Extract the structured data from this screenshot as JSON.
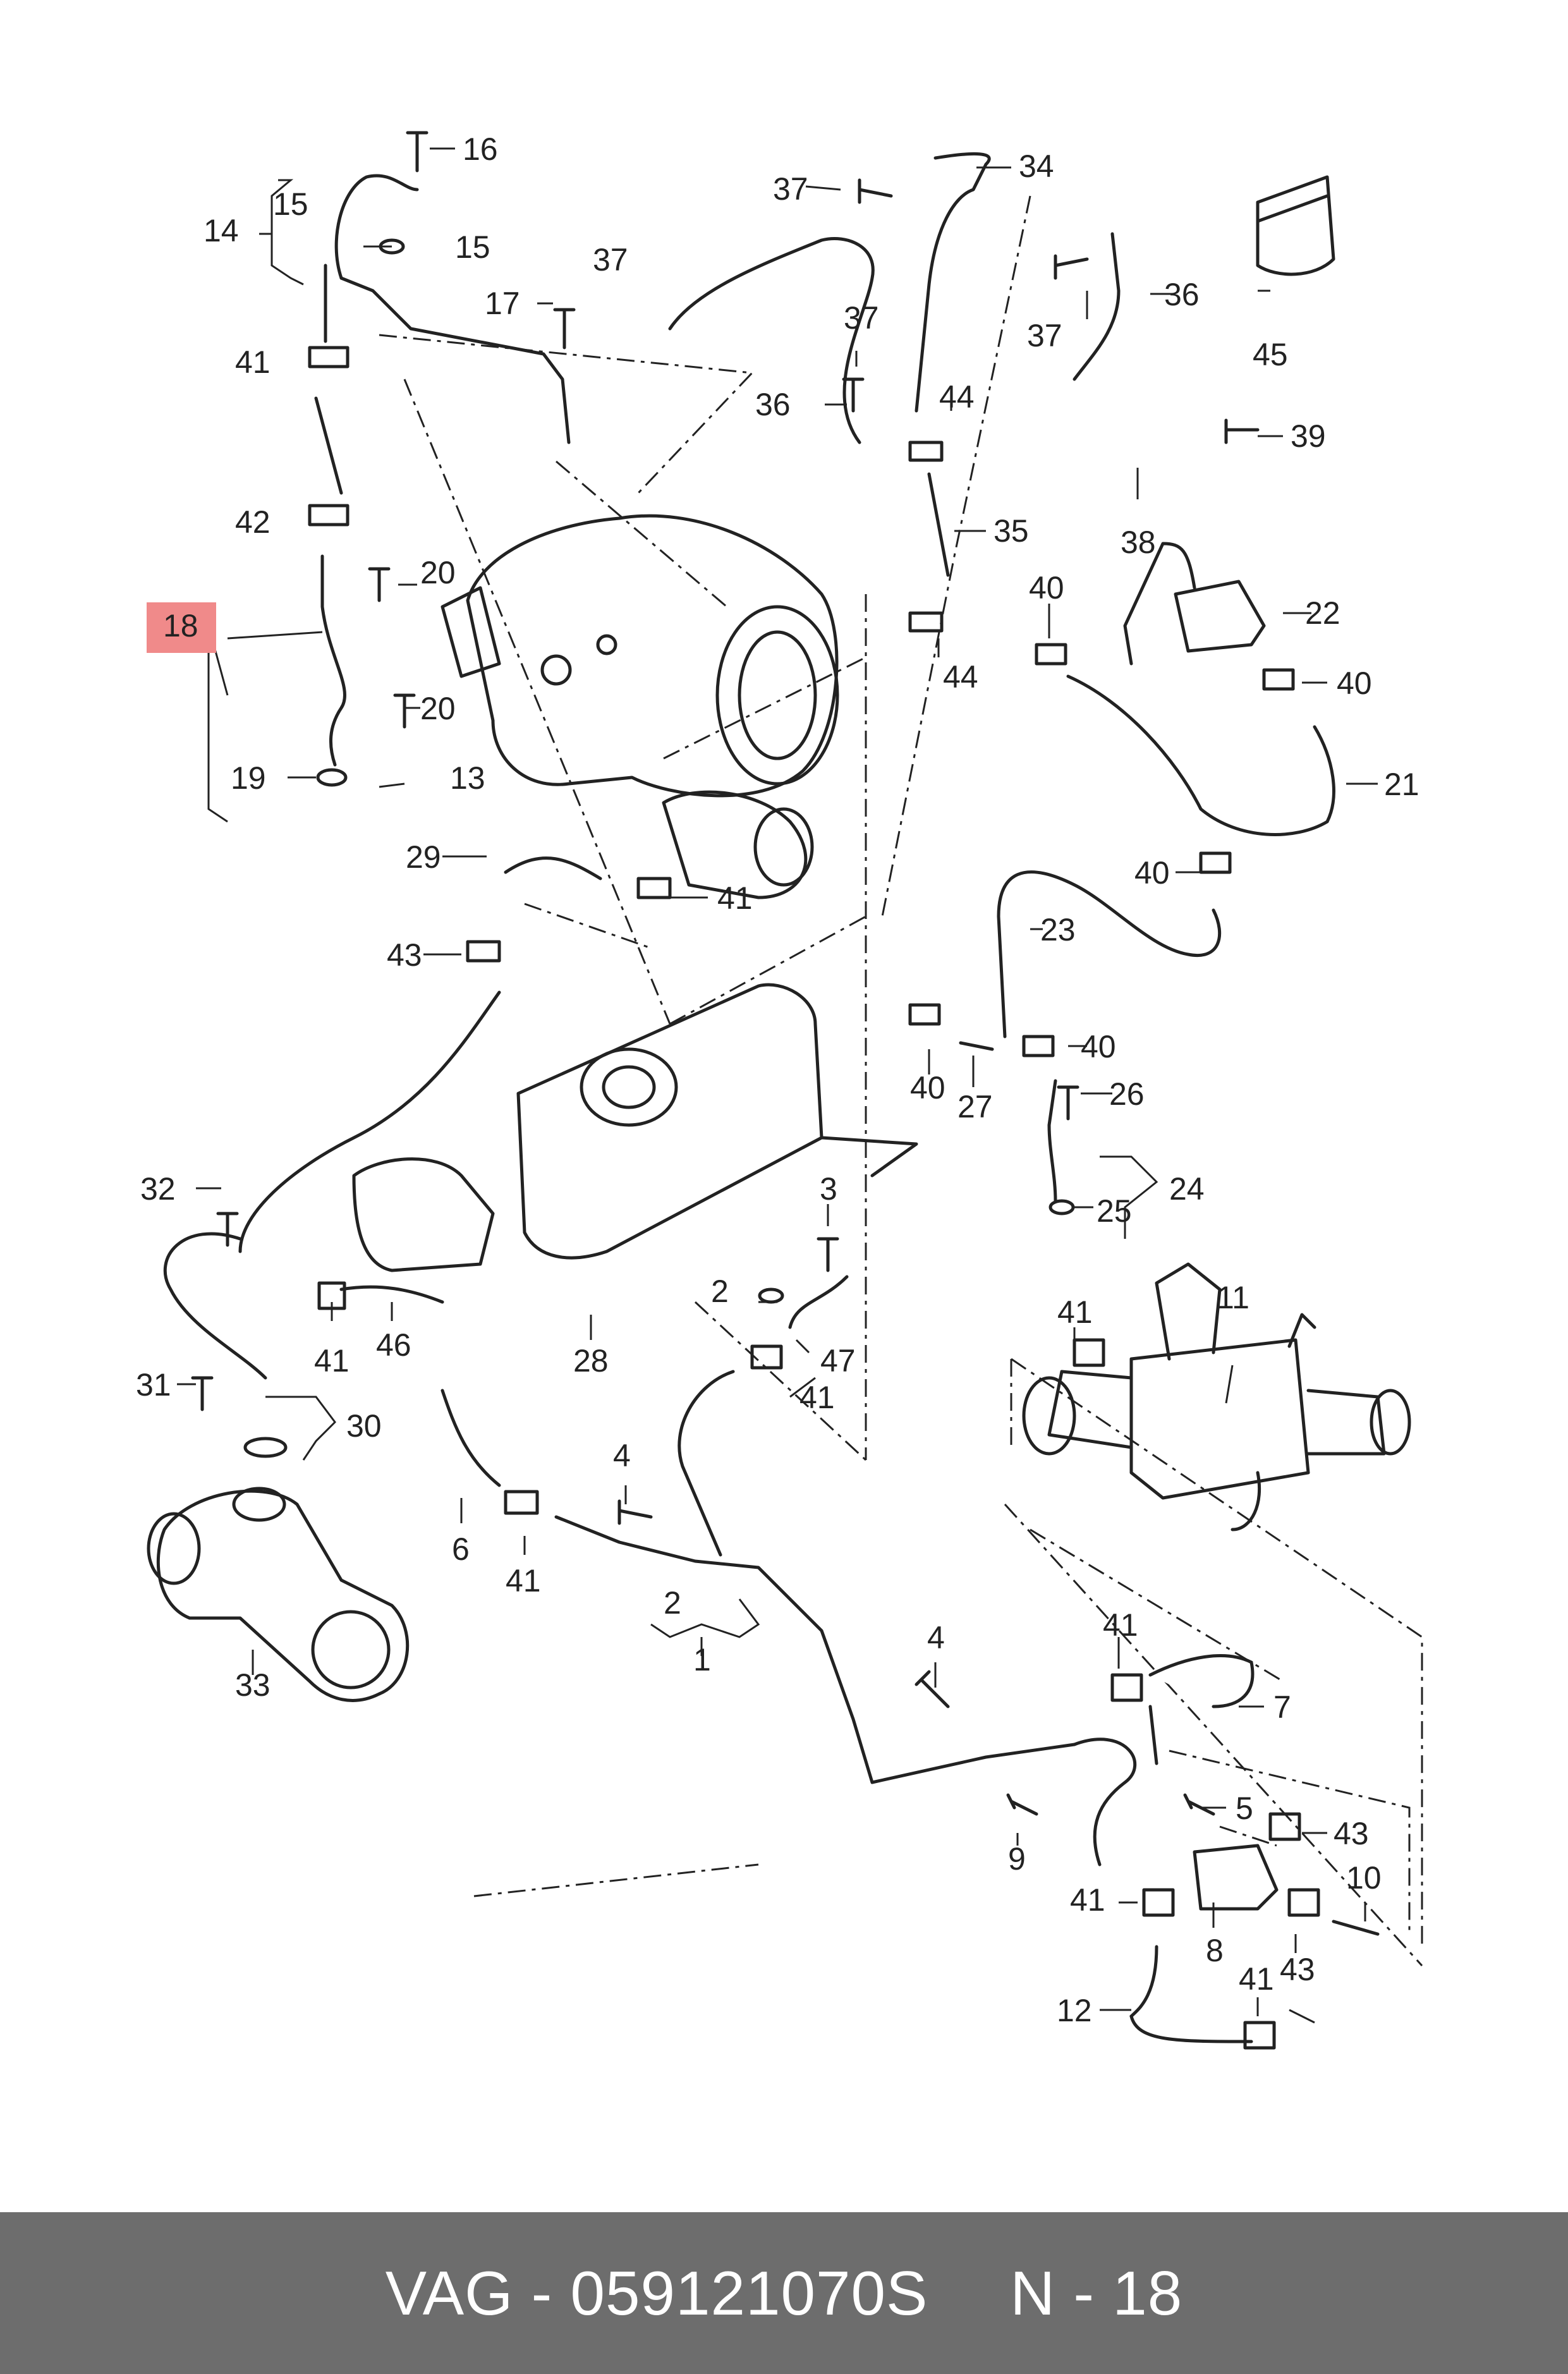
{
  "footer": {
    "brand": "VAG",
    "separator": "-",
    "part_number": "059121070S",
    "position_prefix": "N",
    "position_number": "18"
  },
  "highlighted_callout": "18",
  "callouts": {
    "c1": "1",
    "c2": "2",
    "c2b": "2",
    "c3": "3",
    "c4": "4",
    "c4b": "4",
    "c5": "5",
    "c6": "6",
    "c7": "7",
    "c8": "8",
    "c9": "9",
    "c10": "10",
    "c11": "11",
    "c12": "12",
    "c13": "13",
    "c14": "14",
    "c15a": "15",
    "c15b": "15",
    "c16": "16",
    "c17": "17",
    "c18": "18",
    "c19": "19",
    "c20a": "20",
    "c20b": "20",
    "c21": "21",
    "c22": "22",
    "c23": "23",
    "c24": "24",
    "c25": "25",
    "c26": "26",
    "c27": "27",
    "c28": "28",
    "c29": "29",
    "c30": "30",
    "c31": "31",
    "c32": "32",
    "c33": "33",
    "c34": "34",
    "c35": "35",
    "c36a": "36",
    "c36b": "36",
    "c37a": "37",
    "c37b": "37",
    "c37c": "37",
    "c37d": "37",
    "c38": "38",
    "c39": "39",
    "c40a": "40",
    "c40b": "40",
    "c40c": "40",
    "c40d": "40",
    "c40e": "40",
    "c41a": "41",
    "c41b": "41",
    "c41c": "41",
    "c41d": "41",
    "c41e": "41",
    "c41f": "41",
    "c41g": "41",
    "c41h": "41",
    "c41i": "41",
    "c42": "42",
    "c43a": "43",
    "c43b": "43",
    "c43c": "43",
    "c44a": "44",
    "c44b": "44",
    "c45": "45",
    "c46": "46",
    "c47": "47"
  }
}
